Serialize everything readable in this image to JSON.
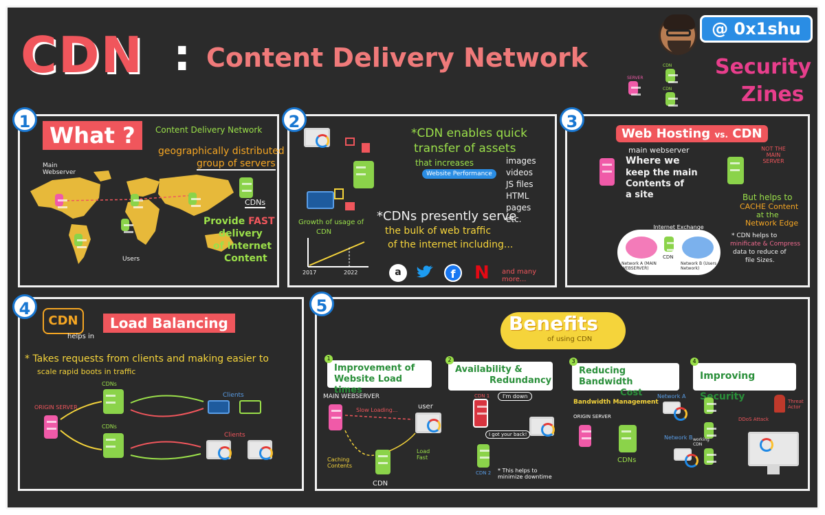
{
  "header": {
    "cdn": "CDN",
    "colon": ":",
    "title": "Content Delivery Network",
    "handle": "@ 0x1shu",
    "brand_line1": "Security",
    "brand_line2": "Zines",
    "mini_server": "SERVER",
    "mini_cdn": "CDN"
  },
  "panel1": {
    "num": "1",
    "tag": "What ?",
    "line1": "Content Delivery Network",
    "line2": "geographically distributed",
    "line3": "group of servers",
    "main_webserver": "Main Webserver",
    "cdns": "CDNs",
    "users": "Users",
    "provide1": "Provide",
    "fast": "FAST",
    "provide2": "delivery",
    "provide3": "of Internet",
    "provide4": "Content"
  },
  "panel2": {
    "num": "2",
    "enables1": "*CDN enables quick",
    "enables2": "transfer of assets",
    "increases": "that increases",
    "perf": "Website Performance",
    "assets": [
      "images",
      "videos",
      "JS files",
      "HTML pages",
      "etc."
    ],
    "growth1": "Growth of usage of",
    "growth2": "CDN",
    "year_start": "2017",
    "year_end": "2022",
    "serve1": "*CDNs presently serve",
    "serve2": "the bulk of web traffic",
    "serve3": "of the internet including...",
    "many": "and many more...",
    "brands": [
      "a",
      "f",
      "N"
    ]
  },
  "panel3": {
    "num": "3",
    "title_a": "Web Hosting",
    "vs": "vs.",
    "title_b": "CDN",
    "main_webserver": "main webserver",
    "where1": "Where we",
    "where2": "keep the main",
    "where3": "Contents of",
    "where4": "a site",
    "not_main": "NOT THE MAIN SERVER",
    "helps1": "But helps to",
    "helps2": "CACHE Content",
    "helps3": "at the",
    "helps4": "Network Edge",
    "ixp": "Internet Exchange Point (IXP)",
    "cdn_label": "CDN",
    "network_a": "Network A (MAIN WEBSERVER)",
    "network_b": "Network B (Users Network)",
    "mini1": "* CDN helps to",
    "mini2": "minificate & Compress",
    "mini3": "data to reduce of",
    "mini4": "file Sizes."
  },
  "panel4": {
    "num": "4",
    "cdn": "CDN",
    "helps_in": "helps in",
    "tag": "Load Balancing",
    "desc1": "* Takes requests from clients and making easier to",
    "desc2": "scale rapid boots in traffic",
    "origin": "ORIGIN SERVER",
    "cdns": "CDNs",
    "clients": "Clients"
  },
  "panel5": {
    "num": "5",
    "benefits": "Benefits",
    "of_using": "of using CDN",
    "b1_num": "1",
    "b1_line1": "Improvement of",
    "b1_line2": "Website Load times",
    "b2_num": "2",
    "b2_line1": "Availability &",
    "b2_line2": "Redundancy",
    "b3_num": "3",
    "b3_line1": "Reducing Bandwidth",
    "b3_line2": "Cost",
    "b4_num": "4",
    "b4_line1": "Improving Security",
    "main_webserver": "MAIN WEBSERVER",
    "slow": "Slow Loading...",
    "user": "user",
    "load_fast": "Load Fast",
    "caching": "Caching Contents",
    "cdn": "CDN",
    "cdn1": "CDN 1",
    "cdn2": "CDN 2",
    "im_down": "I'm down",
    "got_back": "I got your back!",
    "minimize": "* This helps to minimize downtime",
    "bandwidth": "Bandwidth Management",
    "origin": "ORIGIN SERVER",
    "network_a": "Network A",
    "network_b": "Network B",
    "cdns": "CDNs",
    "working": "working CDN",
    "threat": "Threat Actor",
    "ddos": "DDoS Attack"
  }
}
